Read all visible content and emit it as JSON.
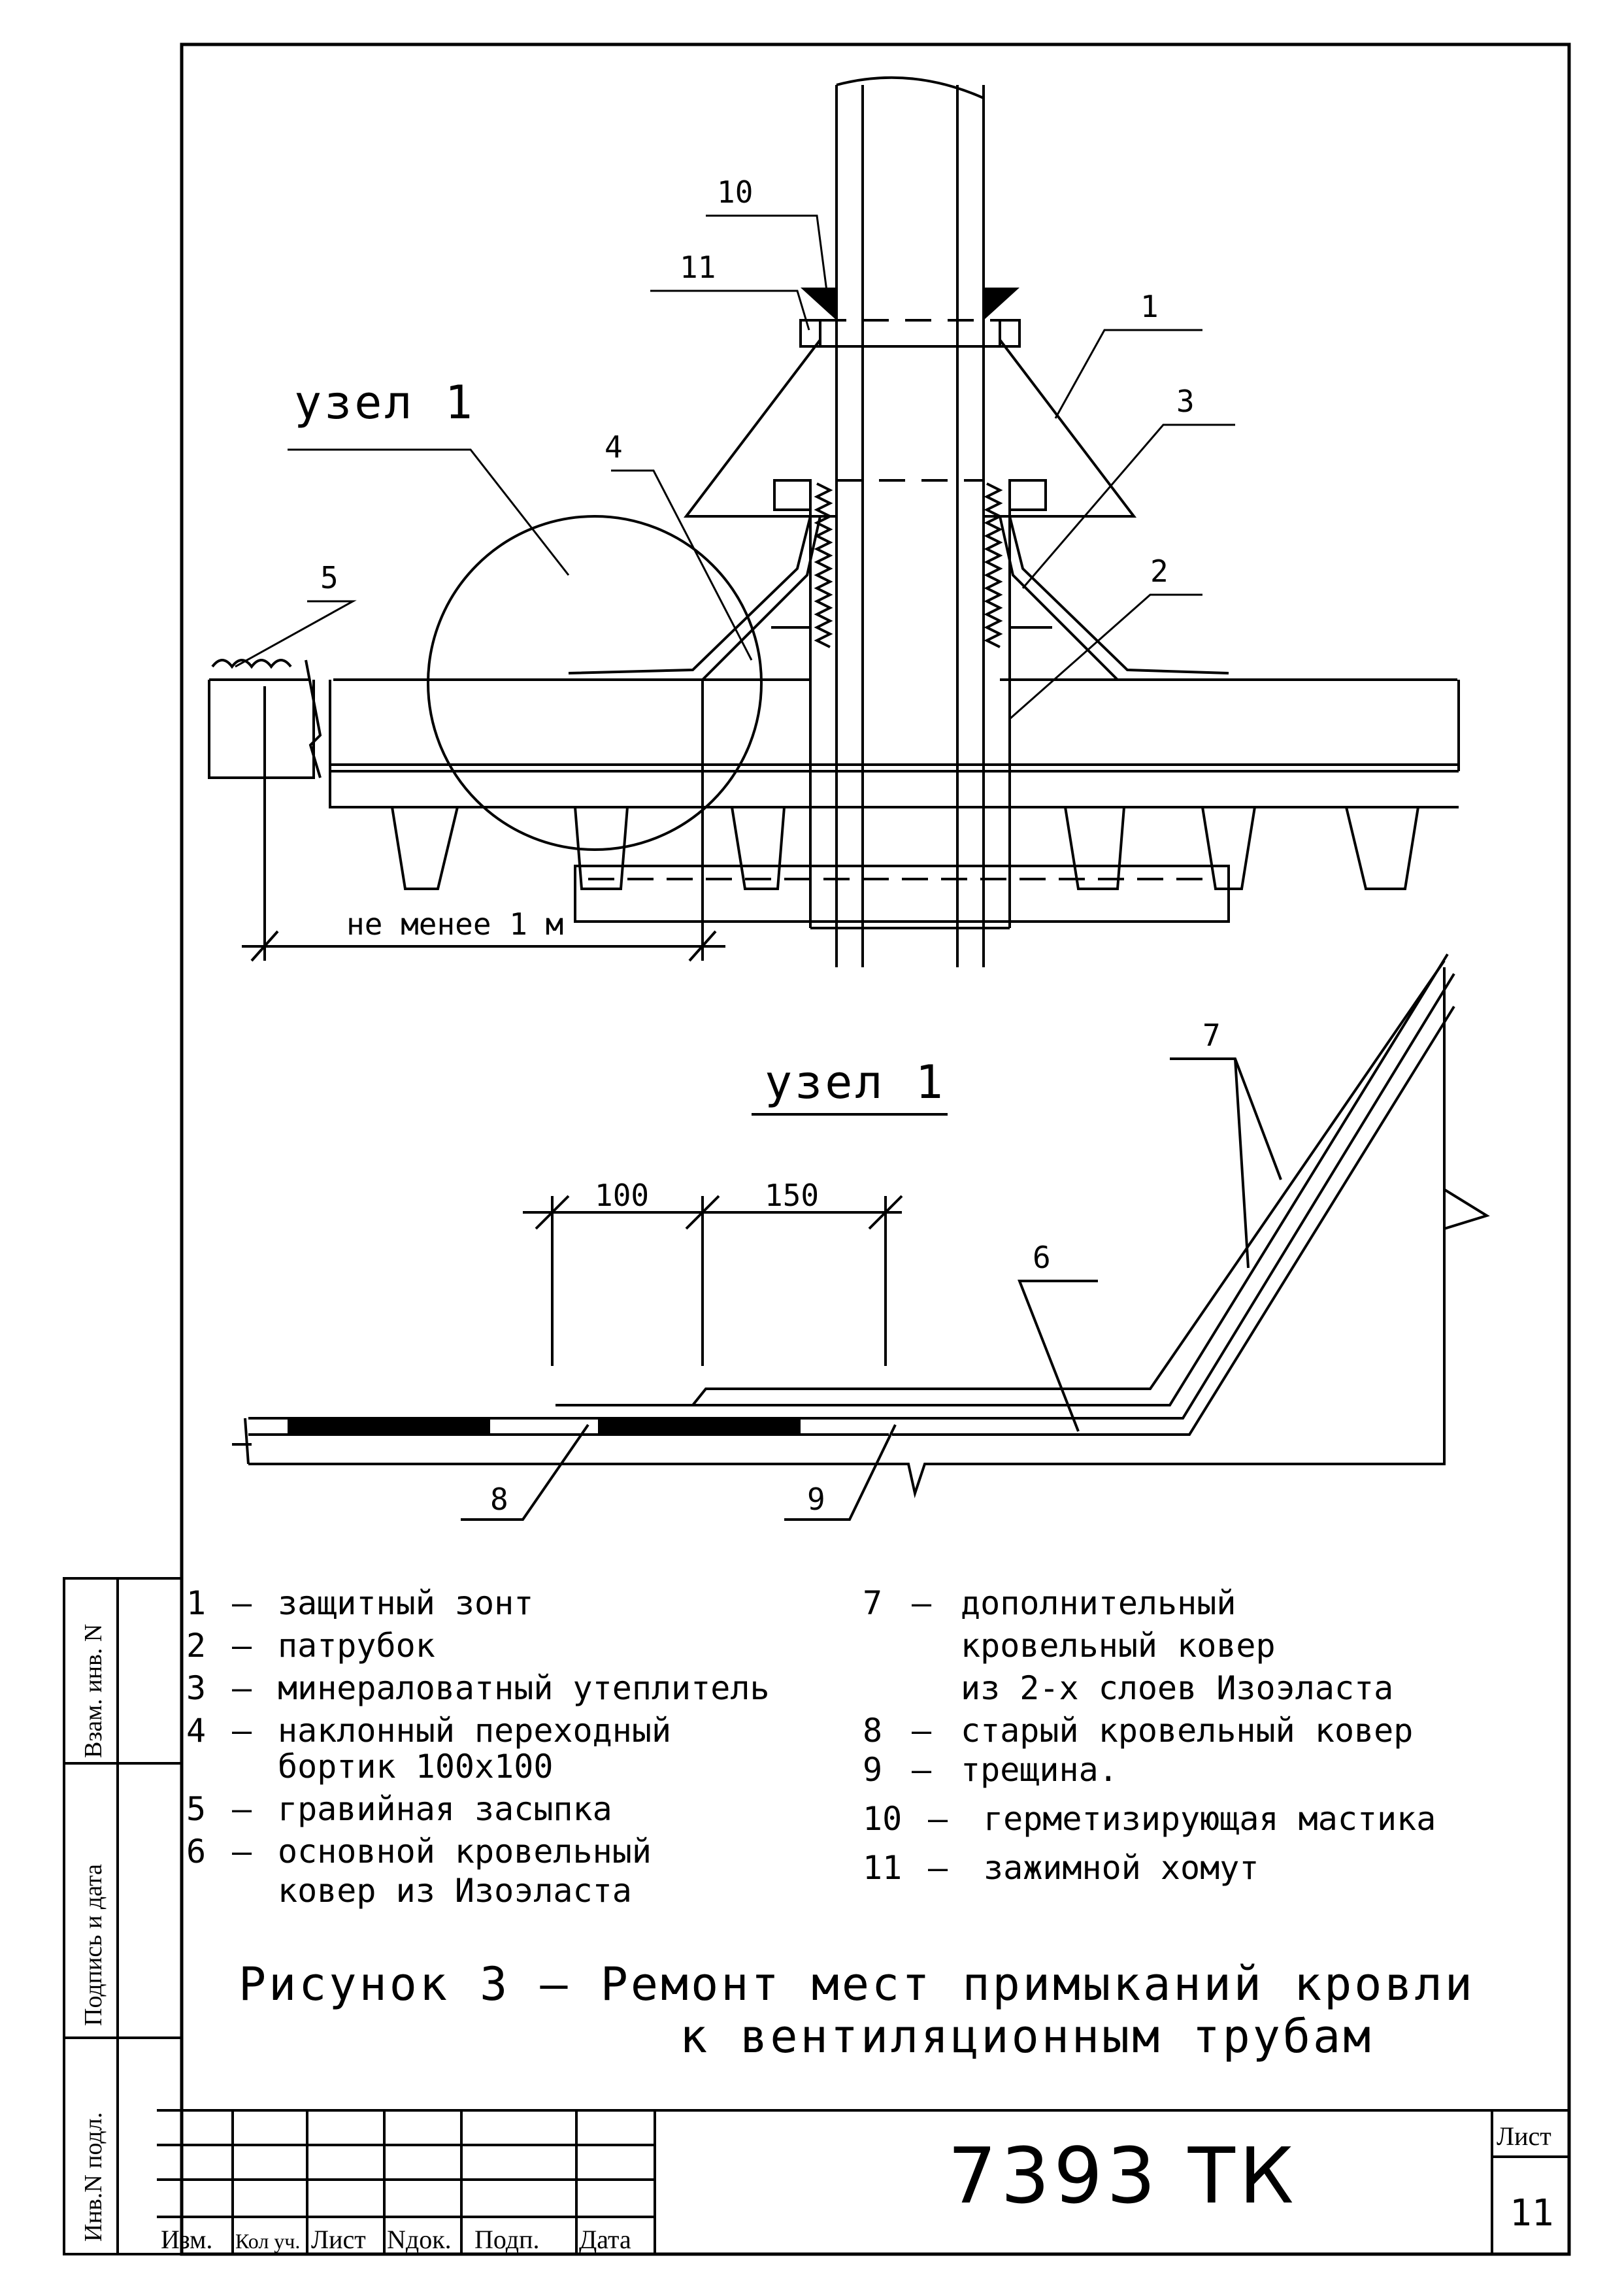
{
  "callouts": {
    "n1": "1",
    "n2": "2",
    "n3": "3",
    "n4": "4",
    "n5": "5",
    "n6": "6",
    "n7": "7",
    "n8": "8",
    "n9": "9",
    "n10": "10",
    "n11": "11"
  },
  "node_label_top": "узел 1",
  "node_label_detail": "узел 1",
  "dimension_min": "не менее 1 м",
  "dim_100": "100",
  "dim_150": "150",
  "legend_left": [
    {
      "num": "1",
      "text": "защитный зонт"
    },
    {
      "num": "2",
      "text": "патрубок"
    },
    {
      "num": "3",
      "text": "минераловатный утеплитель"
    },
    {
      "num": "4",
      "text": "наклонный переходный"
    },
    {
      "num": "",
      "text": "бортик 100х100"
    },
    {
      "num": "5",
      "text": "гравийная засыпка"
    },
    {
      "num": "6",
      "text": "основной кровельный"
    },
    {
      "num": "",
      "text": "ковер из Изоэласта"
    }
  ],
  "legend_right": [
    {
      "num": "7",
      "text": "дополнительный"
    },
    {
      "num": "",
      "text": "кровельный ковер"
    },
    {
      "num": "",
      "text": "из 2-х слоев Изоэласта"
    },
    {
      "num": "8",
      "text": "старый кровельный ковер"
    },
    {
      "num": "9",
      "text": "трещина."
    },
    {
      "num": "10",
      "text": "герметизирующая мастика"
    },
    {
      "num": "11",
      "text": "зажимной хомут"
    }
  ],
  "legend_dash": "–",
  "caption_line1": "Рисунок 3 – Ремонт мест примыканий кровли",
  "caption_line2": "к вентиляционным трубам",
  "title_block": {
    "doc_code": "7393 ТК",
    "sheet_label": "Лист",
    "sheet_number": "11",
    "columns": [
      "Изм.",
      "Кол уч.",
      "Лист",
      "Nдок.",
      "Подп.",
      "Дата"
    ]
  },
  "side_stamp": [
    "Взам. инв. N",
    "Подпись и дата",
    "Инв.N подл."
  ]
}
